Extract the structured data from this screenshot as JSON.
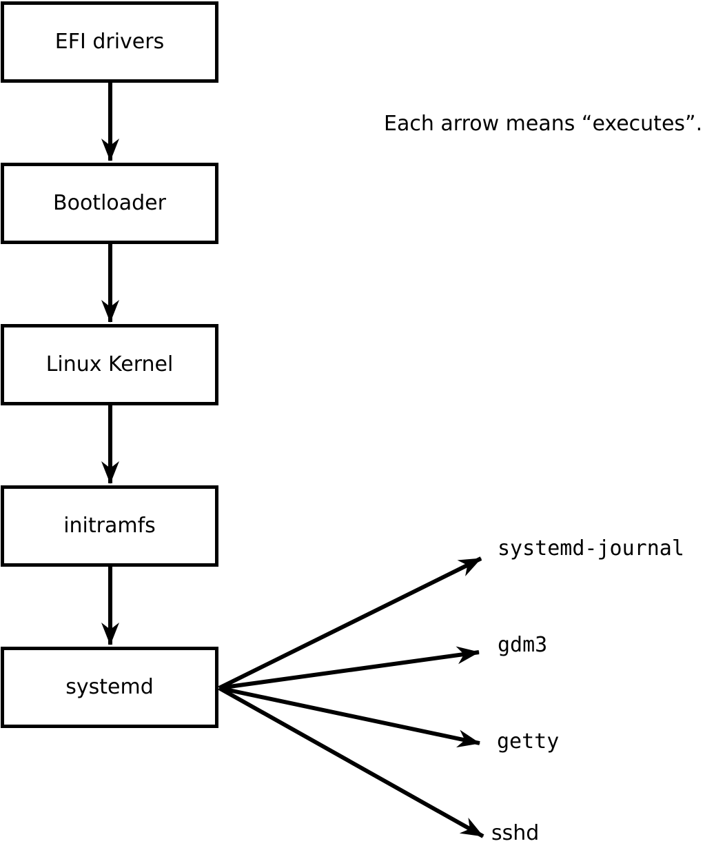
{
  "note": {
    "text": "Each arrow means “executes”."
  },
  "chain": [
    {
      "label": "EFI drivers"
    },
    {
      "label": "Bootloader"
    },
    {
      "label": "Linux Kernel"
    },
    {
      "label": "initramfs"
    },
    {
      "label": "systemd"
    }
  ],
  "spawned": [
    {
      "label": "systemd-journal"
    },
    {
      "label": "gdm3"
    },
    {
      "label": "getty"
    },
    {
      "label": "sshd"
    }
  ],
  "arrow_meaning": "executes",
  "colors": {
    "stroke": "#000000",
    "box_fill": "#ffffff",
    "text": "#000000",
    "background": "#ffffff"
  }
}
